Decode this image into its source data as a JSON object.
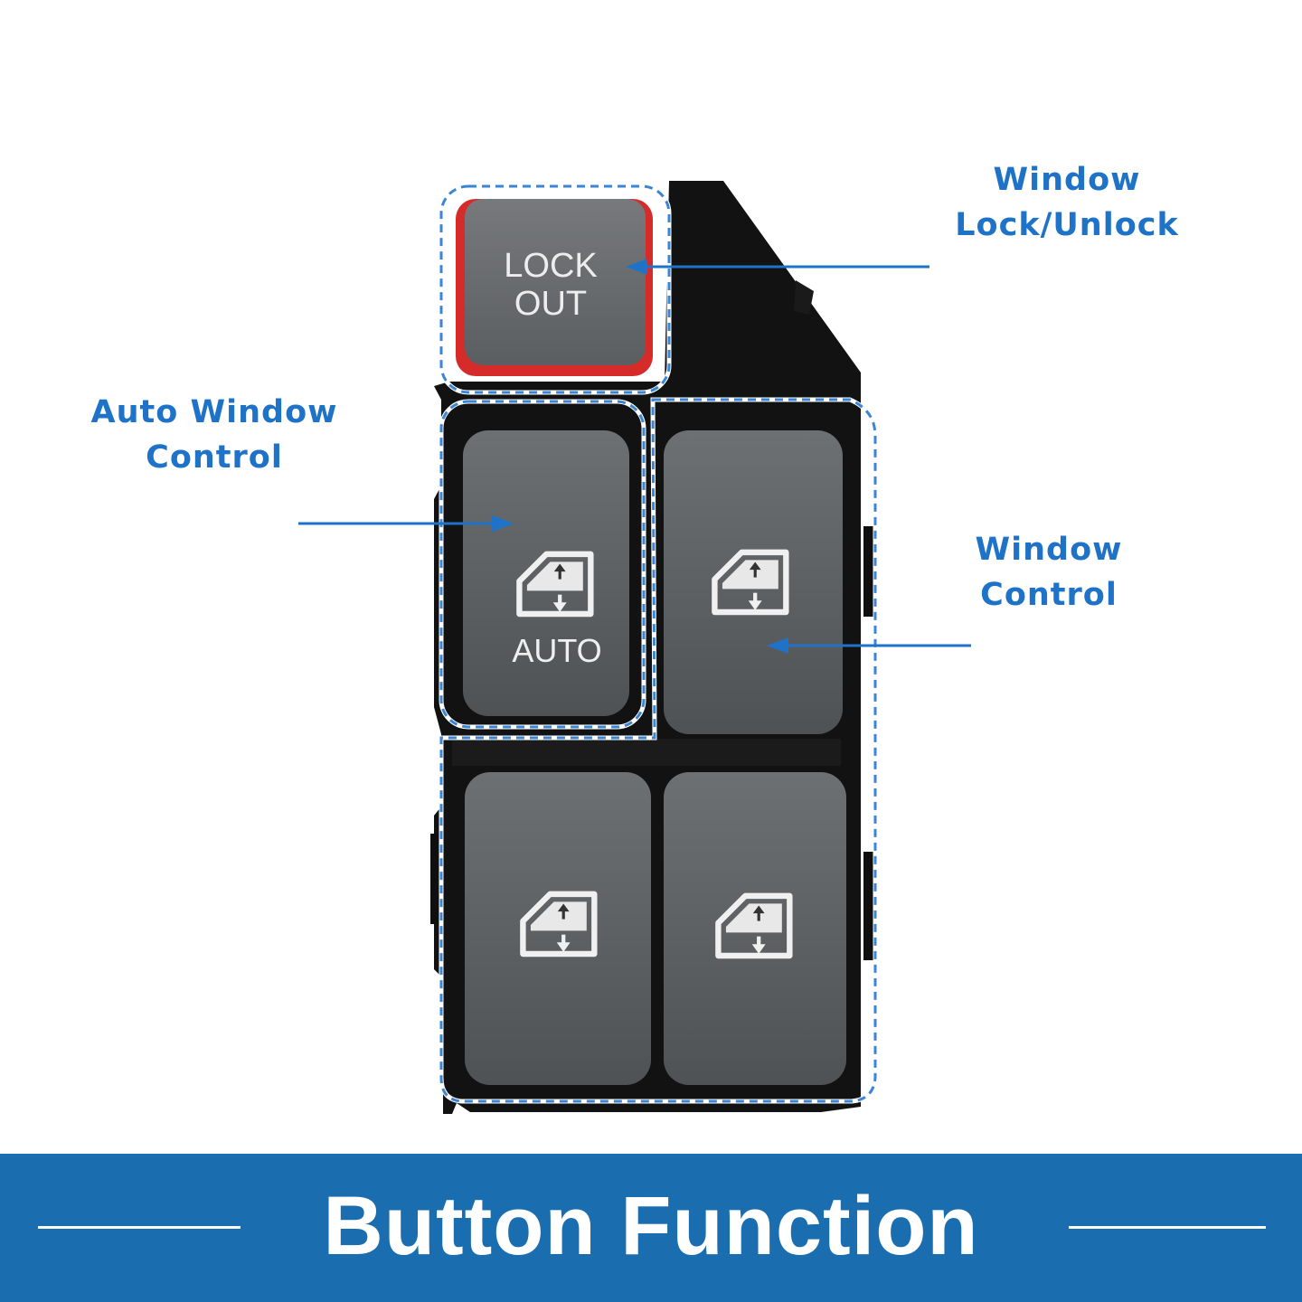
{
  "product": {
    "lock_button_text": [
      "LOCK",
      "OUT"
    ],
    "auto_button_text": "AUTO",
    "icon_name": "window-up-down-icon"
  },
  "callouts": {
    "lock": [
      "Window",
      "Lock/Unlock"
    ],
    "auto": [
      "Auto Window",
      "Control"
    ],
    "window": [
      "Window",
      "Control"
    ]
  },
  "banner": {
    "title": "Button Function"
  },
  "colors": {
    "accent": "#1e73c8",
    "banner": "#1a6eb0",
    "housing": "#121212",
    "button_gray": "#5f6265",
    "lock_red": "#d62b2b",
    "dashed": "#3a86d4"
  }
}
